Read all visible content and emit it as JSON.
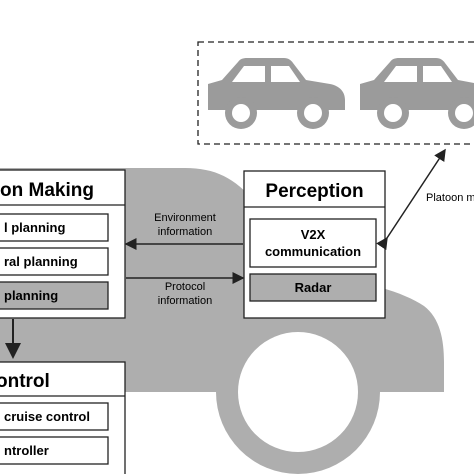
{
  "colors": {
    "car_silhouette": "#aeaeae",
    "platoon_car": "#9b9b9b",
    "box_fill": "#ffffff",
    "box_stroke": "#222222",
    "arrow": "#222222"
  },
  "icons": [
    "car-silhouette-icon",
    "platoon-car-icon",
    "platoon-car-icon"
  ],
  "decision_making": {
    "title": "on Making",
    "items": [
      "l planning",
      "ral planning",
      "planning"
    ]
  },
  "control": {
    "title": "ontrol",
    "items": [
      "cruise control",
      "ntroller"
    ]
  },
  "perception": {
    "title": "Perception",
    "v2x_line1": "V2X",
    "v2x_line2": "communication",
    "radar": "Radar"
  },
  "labels": {
    "environment_line1": "Environment",
    "environment_line2": "information",
    "protocol_line1": "Protocol",
    "protocol_line2": "information",
    "platoon": "Platoon m"
  }
}
